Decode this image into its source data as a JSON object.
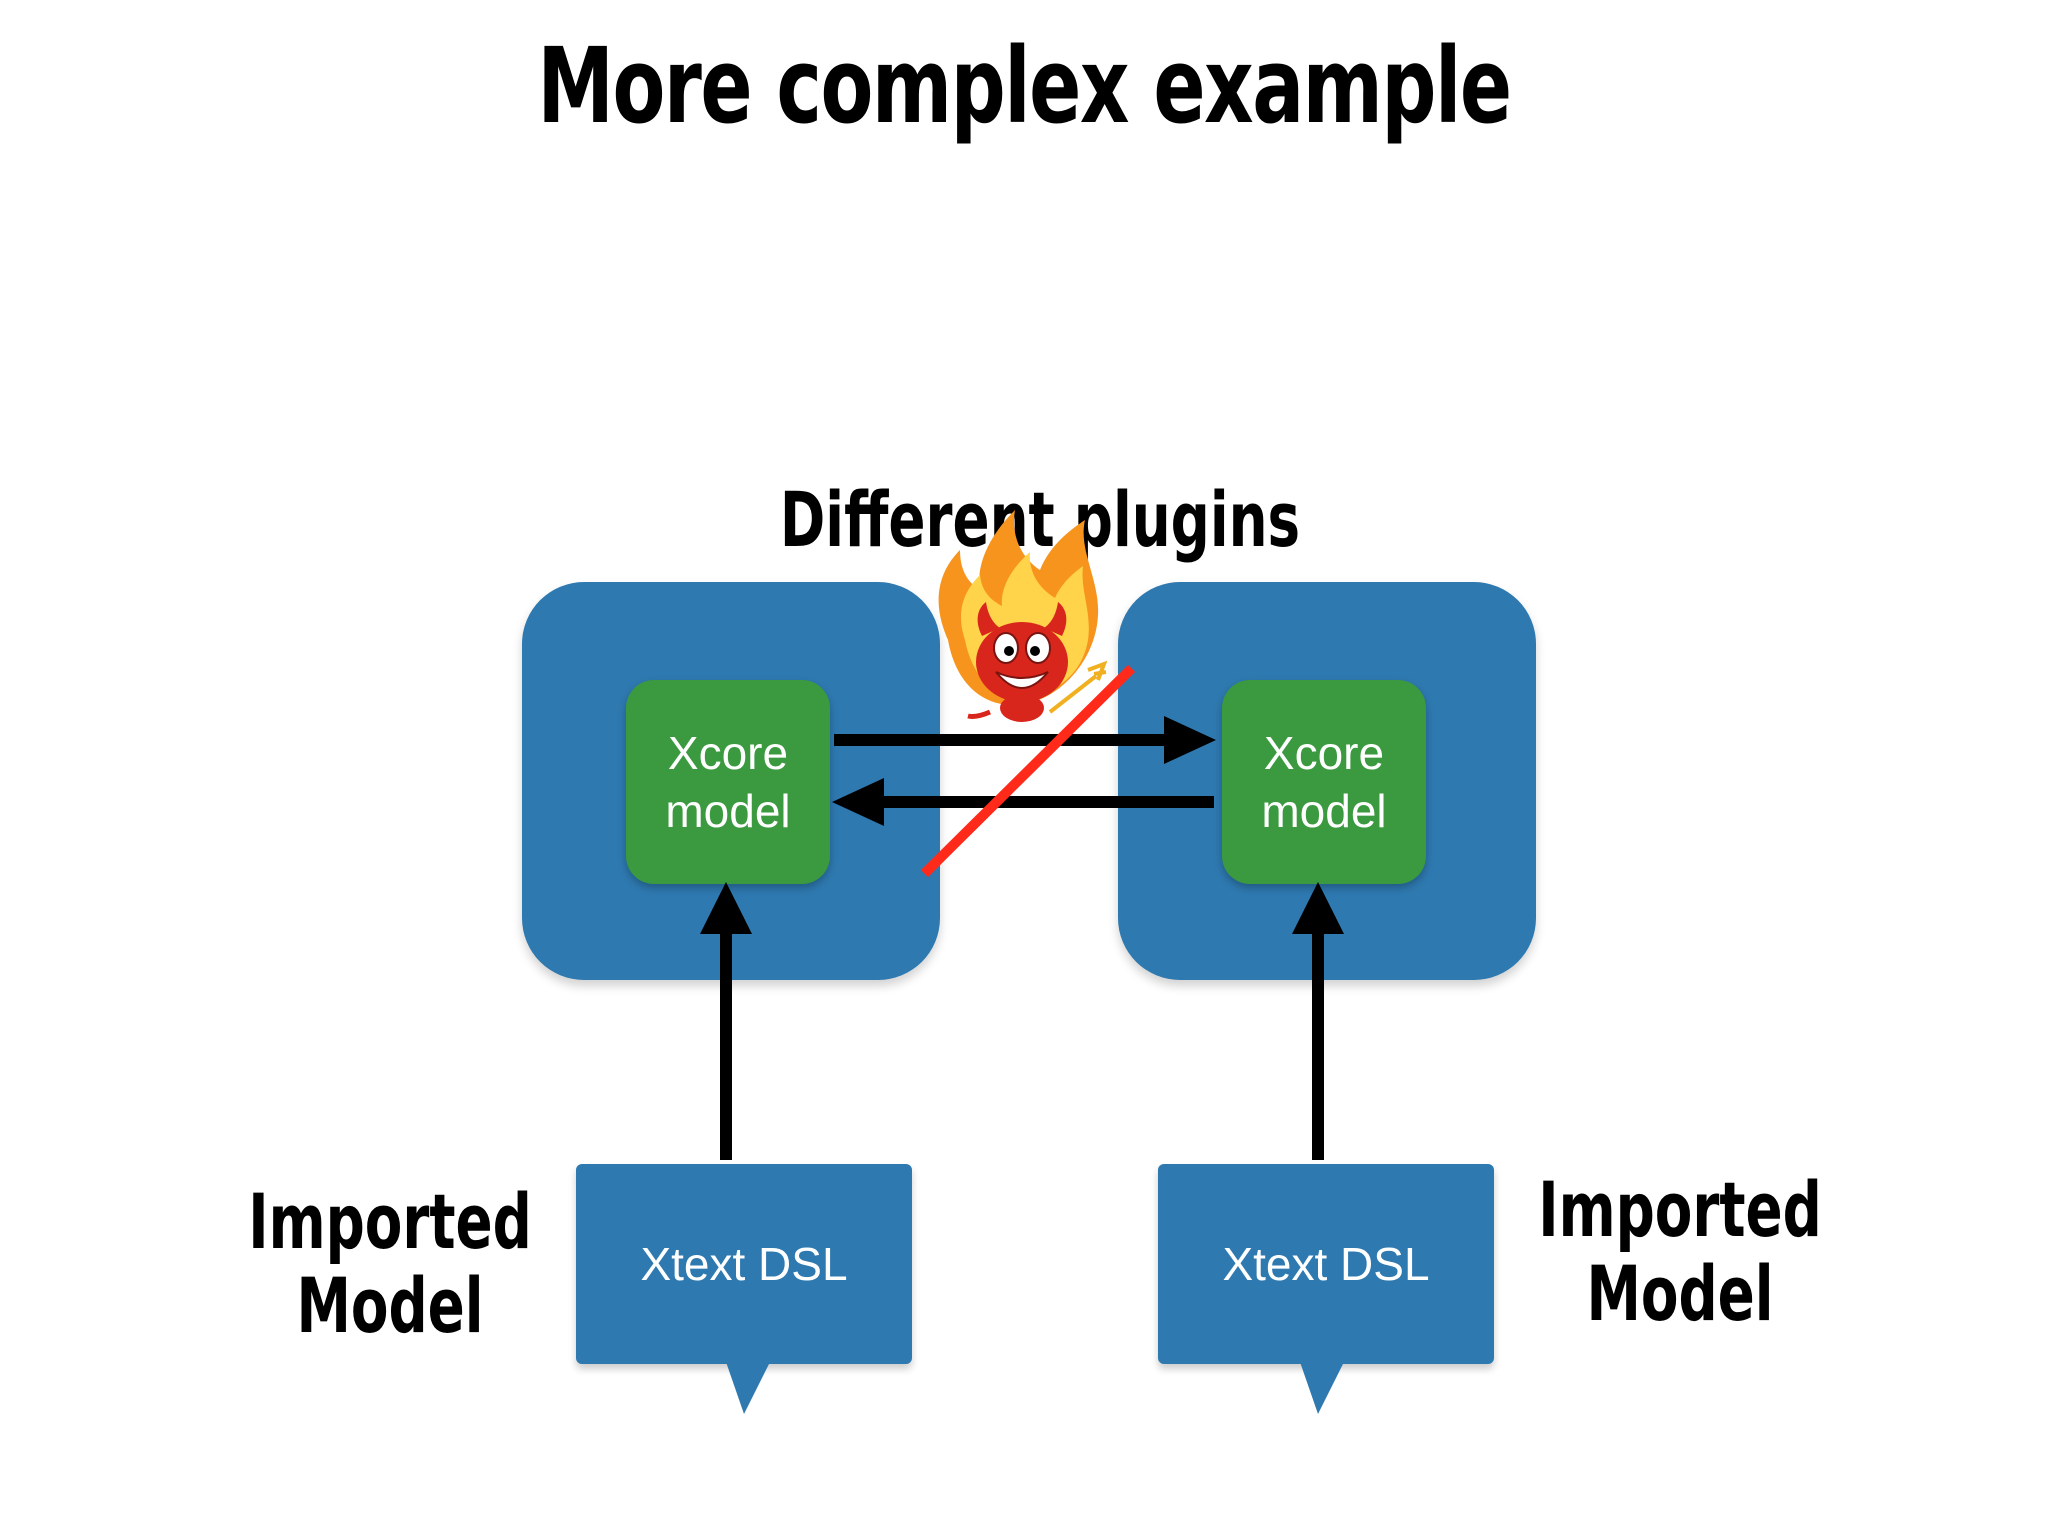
{
  "title": "More complex example",
  "diagram": {
    "plugins_label": "Different plugins",
    "left_model": {
      "line1": "Xcore",
      "line2": "model"
    },
    "right_model": {
      "line1": "Xcore",
      "line2": "model"
    },
    "left_dsl": "Xtext DSL",
    "right_dsl": "Xtext DSL",
    "left_imported": {
      "line1": "Imported",
      "line2": "Model"
    },
    "right_imported": {
      "line1": "Imported",
      "line2": "Model"
    },
    "decoration_icon": "devil-fire-icon",
    "colors": {
      "plugin_box": "#2e79b0",
      "model_box": "#3b9a3f",
      "dsl_box": "#2e79b0",
      "arrow": "#000000",
      "strike": "#ff2a1a"
    }
  }
}
